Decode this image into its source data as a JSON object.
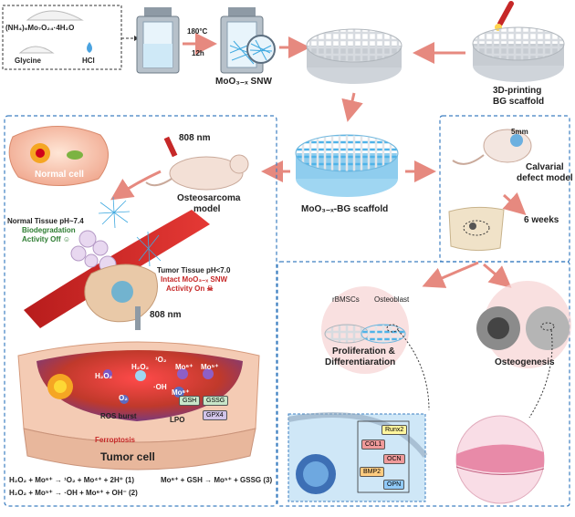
{
  "reagents": {
    "ammonium_molybdate": "(NH₄)₆Mo₇O₂₄·4H₂O",
    "glycine": "Glycine",
    "hcl": "HCl"
  },
  "synthesis": {
    "temperature": "180°C",
    "time": "12h",
    "product": "MoO₃₋ₓ SNW"
  },
  "scaffold": {
    "bg_label_line1": "3D-printing",
    "bg_label_line2": "BG scaffold",
    "composite_label": "MoO₃₋ₓ-BG scaffold"
  },
  "left_panel": {
    "laser_top": "808 nm",
    "normal_cell": "Normal cell",
    "mouse_label_line1": "Osteosarcoma",
    "mouse_label_line2": "model",
    "normal_tissue": "Normal Tissue pH~7.4",
    "biodegradation": "Biodegradation",
    "activity_off": "Activity Off ☺",
    "tumor_tissue": "Tumor Tissue pH<7.0",
    "intact": "Intact MoO₃₋ₓ SNW",
    "activity_on": "Activity On ☠",
    "laser_bottom": "808 nm",
    "species": [
      "H₂O₂",
      "Mo⁶⁺",
      "¹O₂",
      "Mo⁵⁺",
      "H₂O₂",
      "·OH",
      "Mo⁶⁺",
      "GSH",
      "GSSG",
      "GPX4",
      "O₂",
      "ROS burst",
      "LPO",
      "Ferroptosis"
    ],
    "tumor_cell": "Tumor cell",
    "eq1": "H₂O₂ + Mo⁶⁺ → ¹O₂ + Mo⁴⁺ + 2H⁺  (1)",
    "eq2": "H₂O₂ + Mo⁵⁺ → ·OH + Mo⁶⁺ + OH⁻  (2)",
    "eq3": "Mo⁶⁺ + GSH → Mo⁵⁺ + GSSG (3)"
  },
  "right_panel": {
    "mouse_scale": "5mm",
    "calvarial_line1": "Calvarial",
    "calvarial_line2": "defect model",
    "weeks": "6 weeks",
    "rbmscs": "rBMSCs",
    "osteoblast": "Osteoblast",
    "prolif_line1": "Proliferation &",
    "prolif_line2": "Differentiaration",
    "osteogenesis": "Osteogenesis",
    "genes": [
      "Runx2",
      "COL1",
      "OCN",
      "BMP2",
      "OPN"
    ]
  },
  "colors": {
    "arrow": "#e6897f",
    "dash": "#3d7fc1",
    "nanowire": "#3fa9e0",
    "tissue": "#f0c3a8",
    "blood": "#c62828"
  }
}
